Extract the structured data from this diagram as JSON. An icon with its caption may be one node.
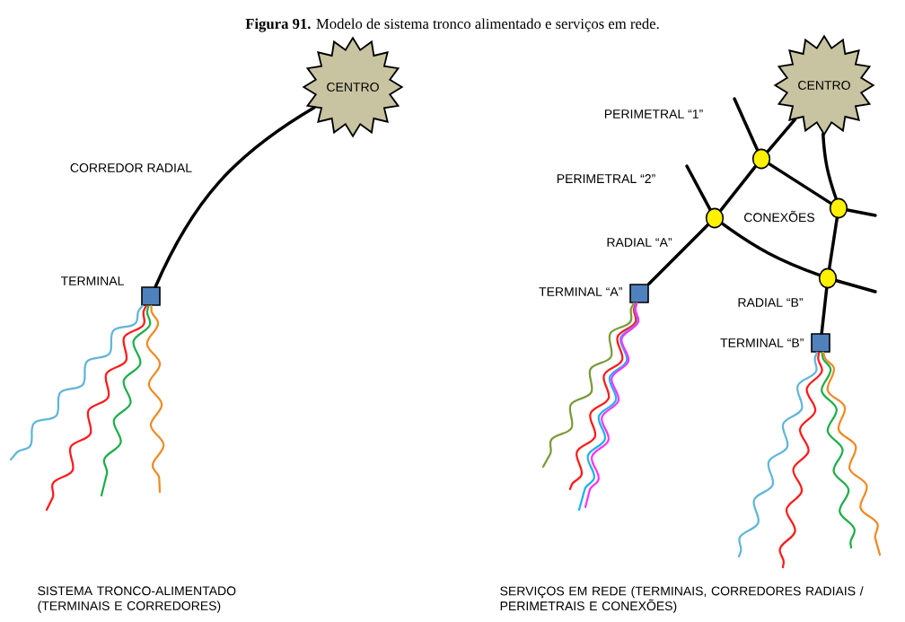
{
  "diagram": {
    "title": "**Figura 91.** Modelo de sistema tronco alimentado e serviços em rede.",
    "nodes": [
      {
        "text": [
          "CENTRO"
        ]
      },
      {
        "text": [],
        "shape": "box",
        "beside": [
          "TERMINAL"
        ]
      },
      {
        "text": [
          "CENTRO"
        ]
      },
      {
        "text": [],
        "shape": "circle"
      },
      {
        "text": [],
        "shape": "circle"
      },
      {
        "text": [],
        "shape": "circle"
      },
      {
        "text": [],
        "shape": "circle"
      },
      {
        "text": [],
        "shape": "box",
        "beside": [
          "TERMINAL “A”"
        ]
      },
      {
        "text": [],
        "shape": "box",
        "beside": [
          "TERMINAL “B”"
        ]
      }
    ],
    "edges": [
      {
        "from": 1,
        "to": 0,
        "arrow": "none"
      },
      {
        "from": 1,
        "to": null,
        "arrow": "none",
        "color": "#62b6d8"
      },
      {
        "from": 1,
        "to": null,
        "arrow": "none",
        "color": "#ff1a1a"
      },
      {
        "from": 1,
        "to": null,
        "arrow": "none",
        "color": "#1fae4a"
      },
      {
        "from": 1,
        "to": null,
        "arrow": "none",
        "color": "#f08a24"
      },
      {
        "from": 3,
        "to": 2,
        "arrow": "none"
      },
      {
        "from": 4,
        "to": 3,
        "arrow": "none"
      },
      {
        "from": 7,
        "to": 4,
        "arrow": "none"
      },
      {
        "from": 3,
        "to": 5,
        "arrow": "none"
      },
      {
        "from": 5,
        "to": 2,
        "arrow": "none"
      },
      {
        "from": 5,
        "to": 6,
        "arrow": "none"
      },
      {
        "from": 4,
        "to": 6,
        "arrow": "none"
      },
      {
        "from": 6,
        "to": 8,
        "arrow": "none"
      },
      {
        "from": 3,
        "to": null,
        "arrow": "none"
      },
      {
        "from": 4,
        "to": null,
        "arrow": "none"
      },
      {
        "from": 5,
        "to": null,
        "arrow": "none"
      },
      {
        "from": 6,
        "to": null,
        "arrow": "none"
      },
      {
        "from": 7,
        "to": null,
        "arrow": "none",
        "color": "#7a9a3a"
      },
      {
        "from": 7,
        "to": null,
        "arrow": "none",
        "color": "#ff1a1a"
      },
      {
        "from": 7,
        "to": null,
        "arrow": "none",
        "color": "#1eb4ee"
      },
      {
        "from": 7,
        "to": null,
        "arrow": "none",
        "color": "#ff33ff"
      },
      {
        "from": 8,
        "to": null,
        "arrow": "none",
        "color": "#62b6d8"
      },
      {
        "from": 8,
        "to": null,
        "arrow": "none",
        "color": "#ff1a1a"
      },
      {
        "from": 8,
        "to": null,
        "arrow": "none",
        "color": "#1fae4a"
      },
      {
        "from": 8,
        "to": null,
        "arrow": "none",
        "color": "#f08a24"
      }
    ],
    "labels": [
      "CORREDOR RADIAL",
      "PERIMETRAL “1”",
      "PERIMETRAL “2”",
      "CONEXÕES",
      "RADIAL “A”",
      "RADIAL “B”",
      "SISTEMA TRONCO-ALIMENTADO (TERMINAIS E CORREDORES)",
      "SERVIÇOS EM REDE (TERMINAIS, CORREDORES RADIAIS / PERIMETRAIS E CONEXÕES)"
    ]
  }
}
